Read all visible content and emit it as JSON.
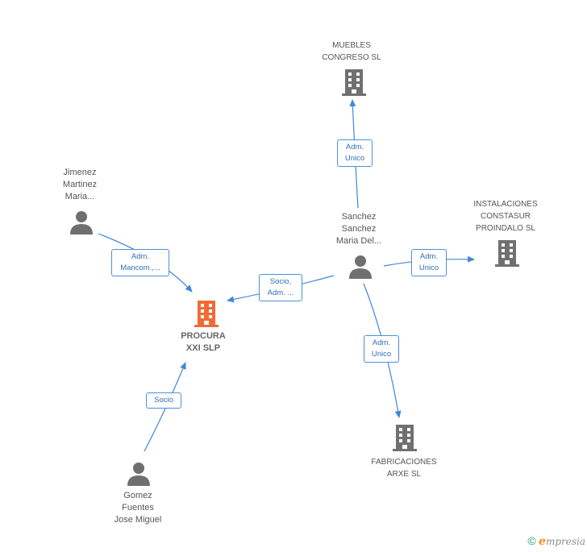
{
  "colors": {
    "edge": "#3f86d8",
    "building": "#707070",
    "building_main": "#f26a36",
    "person": "#6f6f6f"
  },
  "nodes": {
    "muebles": {
      "line1": "MUEBLES",
      "line2": "CONGRESO SL",
      "icon": "building-icon"
    },
    "instalaciones": {
      "line1": "INSTALACIONES",
      "line2": "CONSTASUR",
      "line3": "PROINDALO SL",
      "icon": "building-icon"
    },
    "fabricaciones": {
      "line1": "FABRICACIONES",
      "line2": "ARXE  SL",
      "icon": "building-icon"
    },
    "procura": {
      "line1": "PROCURA",
      "line2": "XXI SLP",
      "icon": "building-icon"
    },
    "jimenez": {
      "line1": "Jimenez",
      "line2": "Martinez",
      "line3": "Maria...",
      "icon": "person-icon"
    },
    "sanchez": {
      "line1": "Sanchez",
      "line2": "Sanchez",
      "line3": "Maria Del...",
      "icon": "person-icon"
    },
    "gomez": {
      "line1": "Gomez",
      "line2": "Fuentes",
      "line3": "Jose Miguel",
      "icon": "person-icon"
    }
  },
  "edges": {
    "sanchez_muebles": {
      "line1": "Adm.",
      "line2": "Unico"
    },
    "sanchez_instalaciones": {
      "line1": "Adm.",
      "line2": "Unico"
    },
    "sanchez_fabricaciones": {
      "line1": "Adm.",
      "line2": "Unico"
    },
    "sanchez_procura": {
      "line1": "Socio,",
      "line2": "Adm. ..."
    },
    "jimenez_procura": {
      "line1": "Adm.",
      "line2": "Mancom.,..."
    },
    "gomez_procura": {
      "line1": "Socio"
    }
  },
  "footer": {
    "copyright_symbol": "©",
    "brand_initial": "e",
    "brand_rest": "mpresia"
  }
}
